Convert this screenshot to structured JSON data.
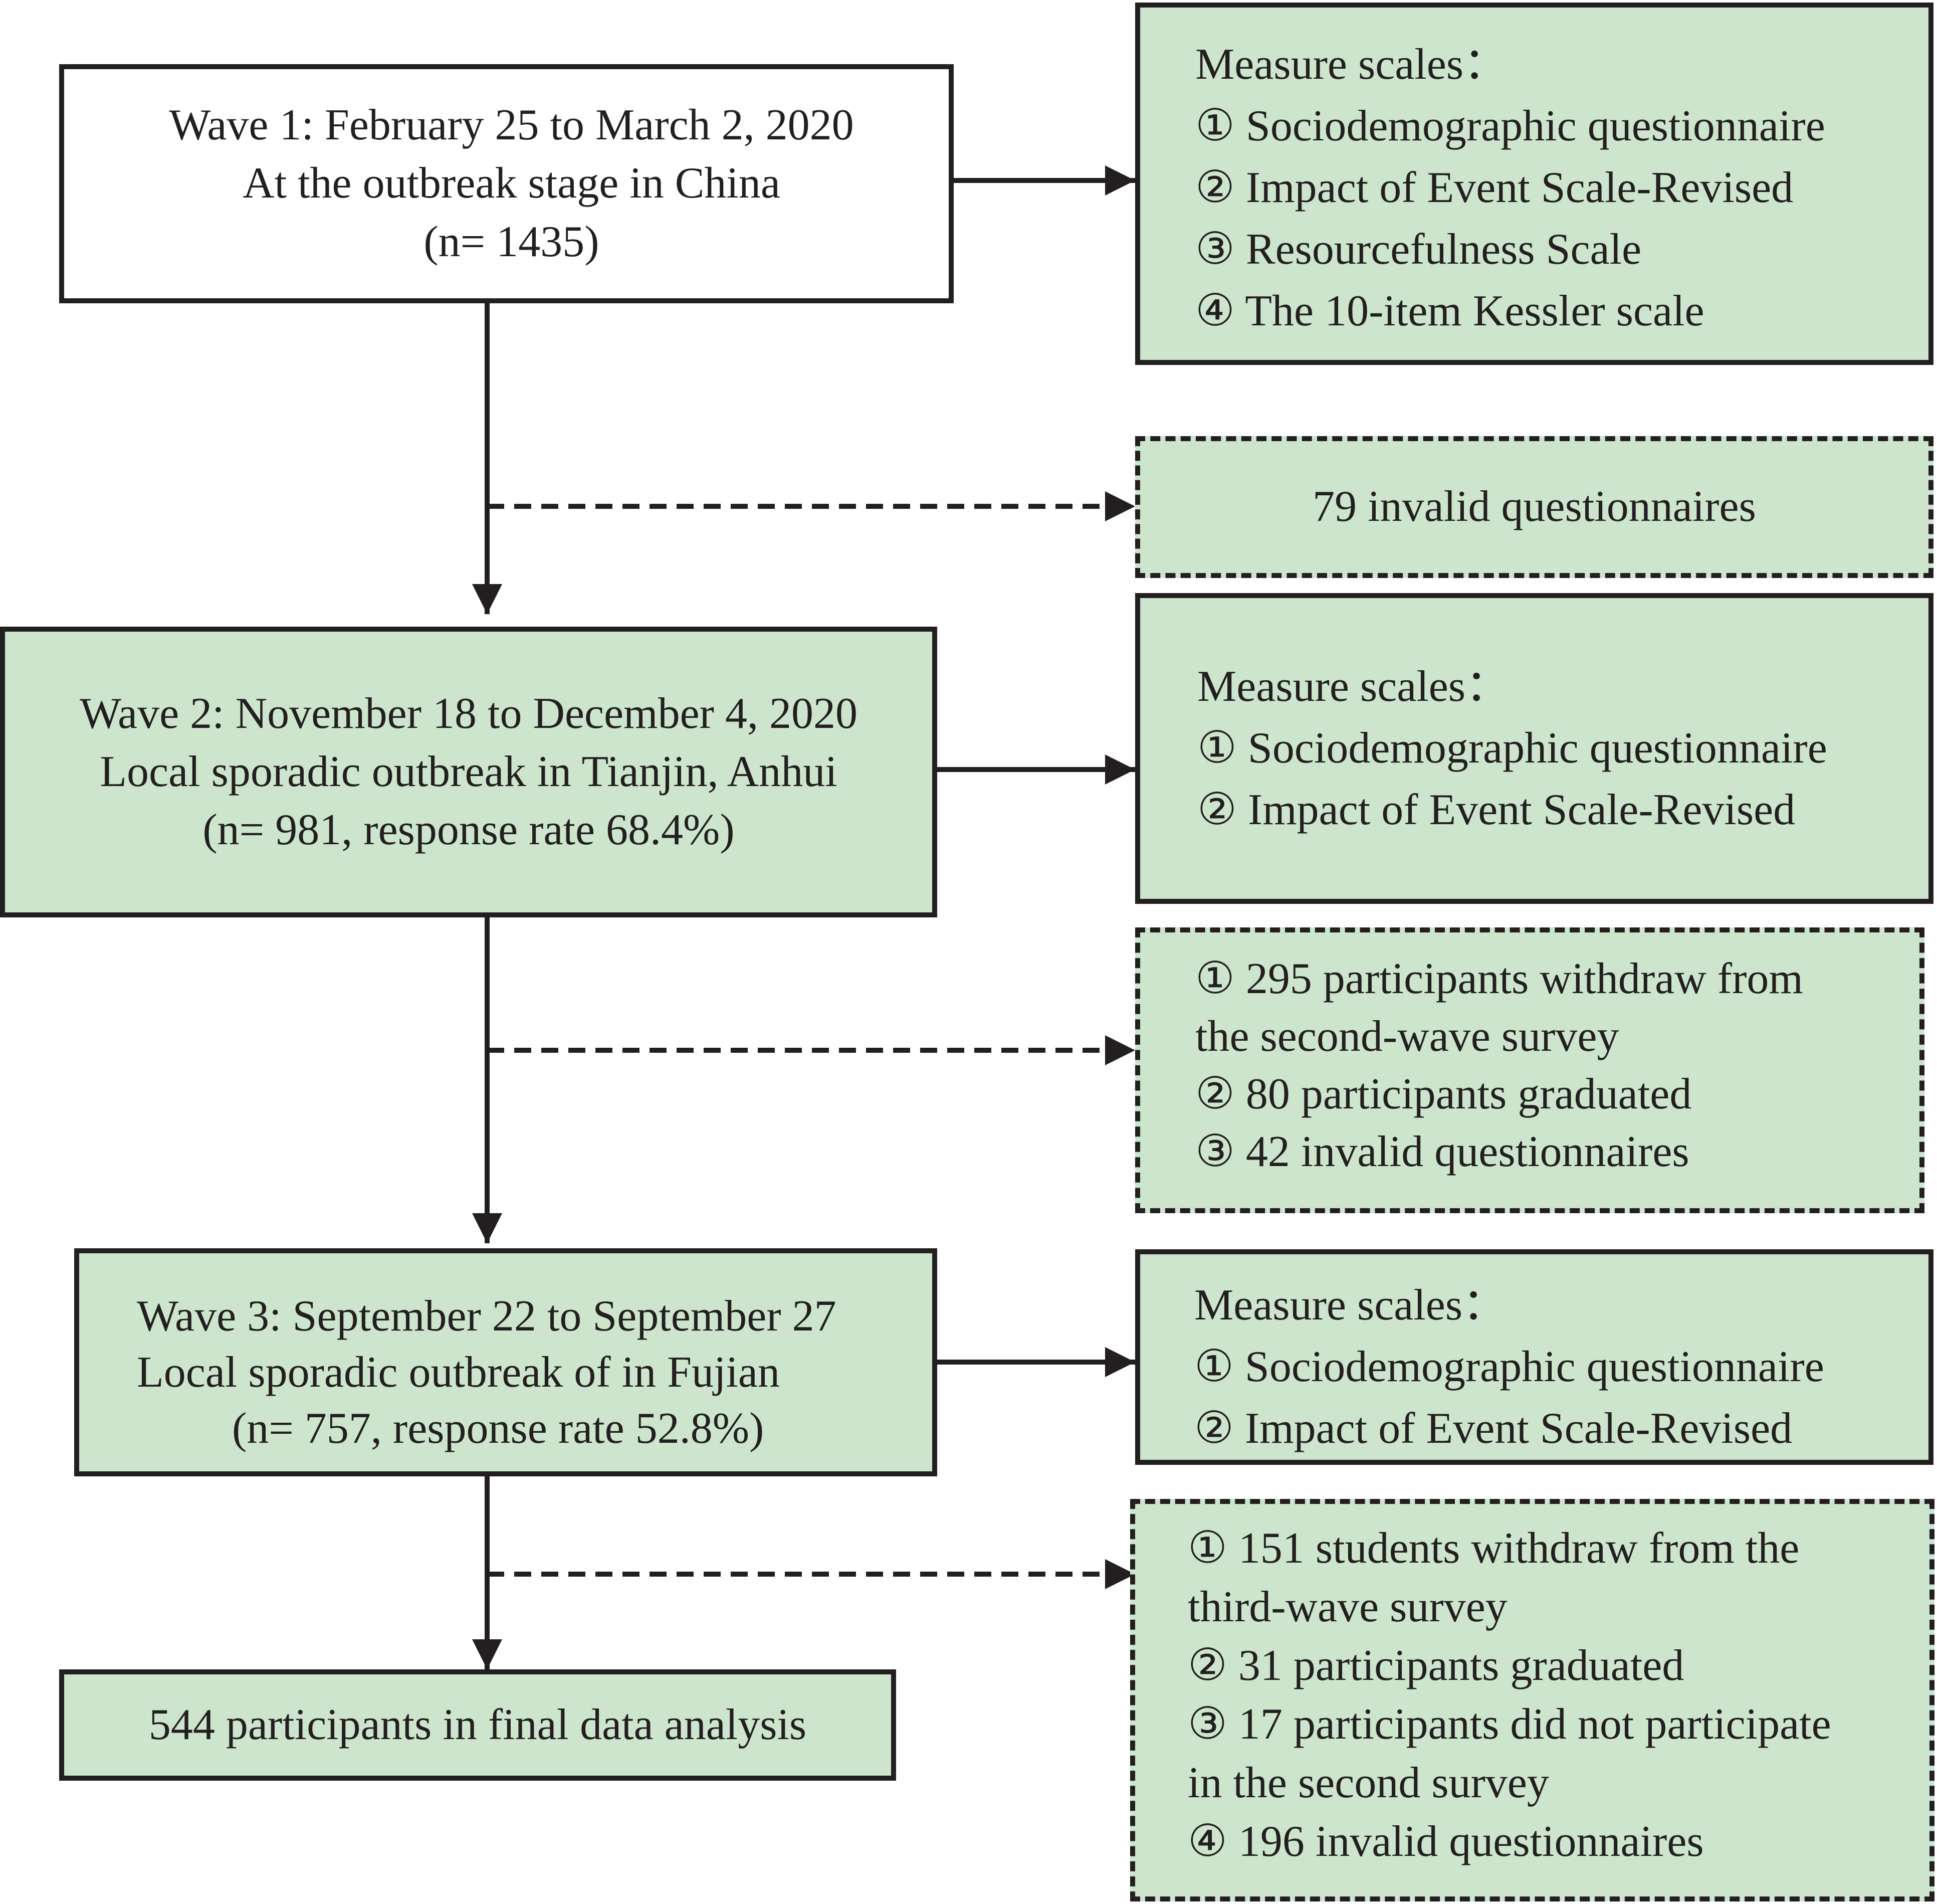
{
  "wave1": {
    "lines": [
      "Wave 1: February 25 to March 2, 2020",
      "At the outbreak stage in China",
      "(n= 1435)"
    ]
  },
  "wave1_scales": {
    "heading": "Measure scales：",
    "items": [
      "① Sociodemographic questionnaire",
      "② Impact of Event Scale-Revised",
      "③ Resourcefulness Scale",
      "④ The 10-item Kessler scale"
    ]
  },
  "exclusion1": {
    "text": "79 invalid questionnaires"
  },
  "wave2": {
    "lines": [
      "Wave 2: November 18 to December 4, 2020",
      "Local sporadic outbreak in Tianjin, Anhui",
      "(n= 981, response rate 68.4%)"
    ]
  },
  "wave2_scales": {
    "heading": "Measure scales：",
    "items": [
      "① Sociodemographic questionnaire",
      "② Impact of Event Scale-Revised"
    ]
  },
  "exclusion2": {
    "lines": [
      "① 295 participants withdraw from",
      "the second-wave survey",
      "② 80 participants graduated",
      "③ 42 invalid questionnaires"
    ]
  },
  "wave3": {
    "lines": [
      "Wave 3: September 22 to September 27",
      "Local sporadic outbreak of in Fujian",
      "(n= 757, response rate 52.8%)"
    ]
  },
  "wave3_scales": {
    "heading": "Measure scales：",
    "items": [
      "① Sociodemographic questionnaire",
      "② Impact of Event Scale-Revised"
    ]
  },
  "exclusion3": {
    "lines": [
      "① 151 students withdraw from the",
      "third-wave survey",
      "② 31 participants graduated",
      "③ 17 participants did not participate",
      "in the second survey",
      "④ 196 invalid questionnaires"
    ]
  },
  "final": {
    "text": "544 participants in final data analysis"
  },
  "colors": {
    "box_fill": "#cce5cc",
    "stroke": "#231f20"
  }
}
